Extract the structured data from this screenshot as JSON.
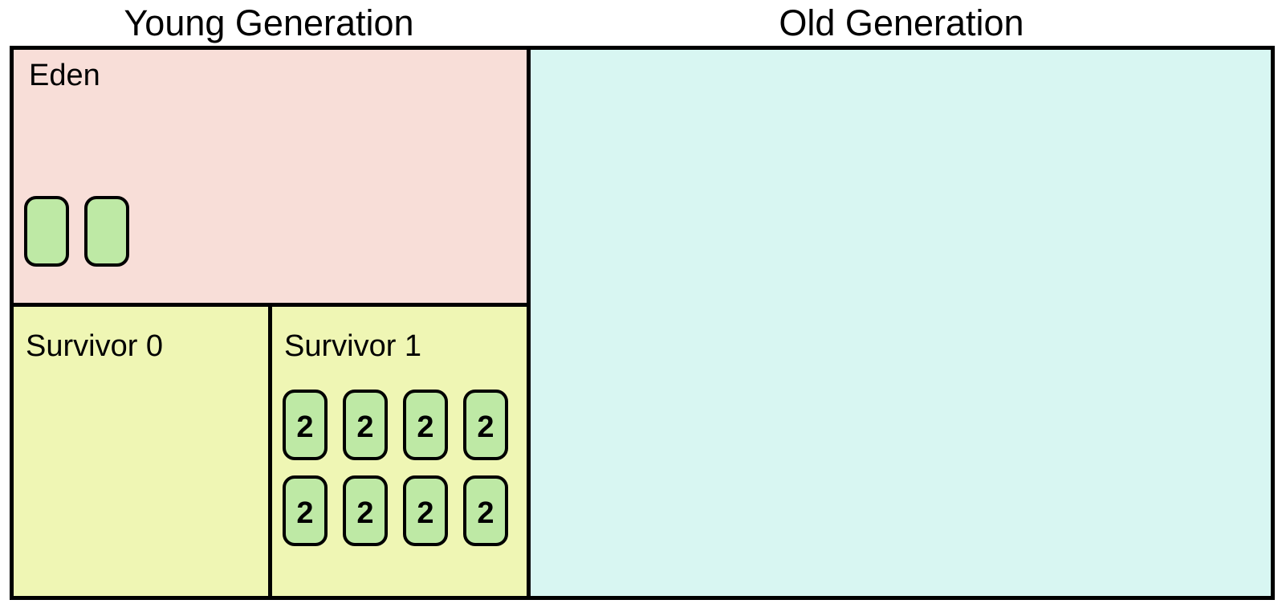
{
  "diagram": {
    "description": "JVM heap memory generations diagram"
  },
  "young_generation": {
    "title": "Young Generation",
    "eden": {
      "label": "Eden",
      "objects": [
        "",
        ""
      ]
    },
    "survivor0": {
      "label": "Survivor 0",
      "objects": []
    },
    "survivor1": {
      "label": "Survivor 1",
      "objects": [
        "2",
        "2",
        "2",
        "2",
        "2",
        "2",
        "2",
        "2"
      ]
    }
  },
  "old_generation": {
    "title": "Old Generation",
    "objects": []
  },
  "colors": {
    "eden_bg": "#f8ded8",
    "survivor_bg": "#eff6b4",
    "old_generation_bg": "#d8f6f2",
    "object_bg": "#bee9a5",
    "border": "#000000",
    "page_bg": "#ffffff"
  }
}
